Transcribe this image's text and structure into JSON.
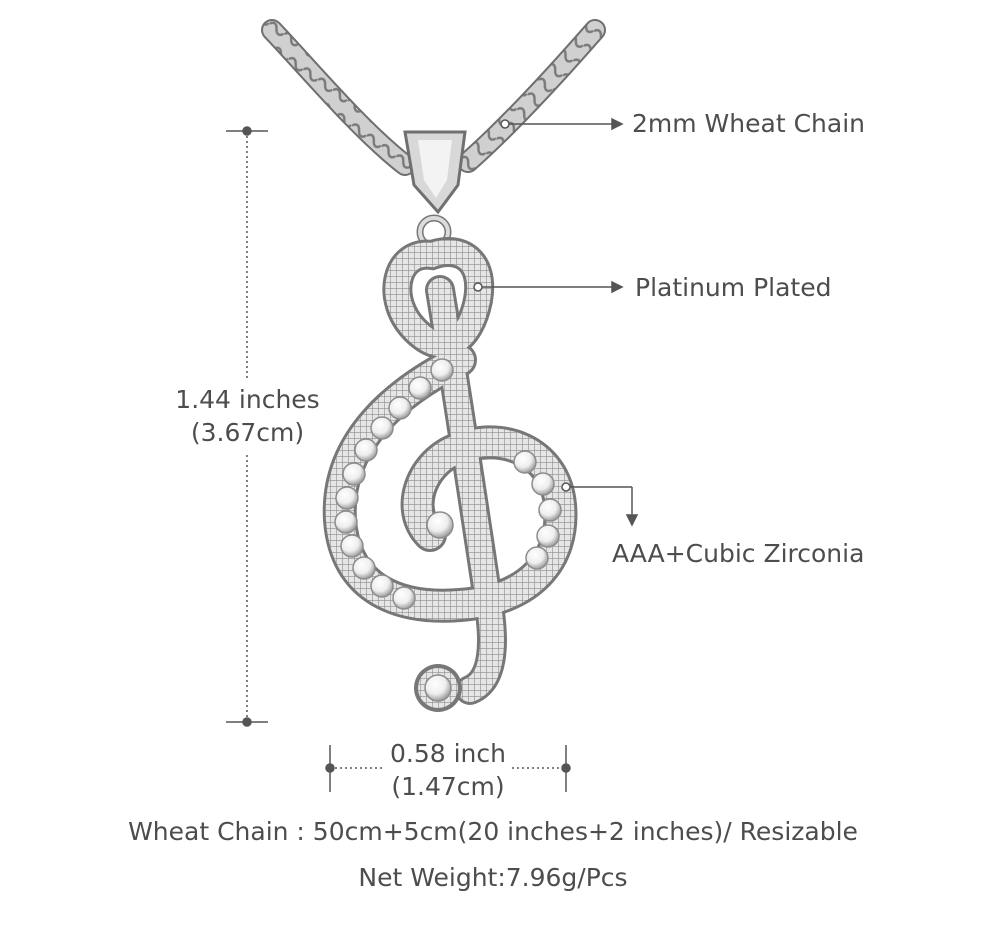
{
  "callouts": {
    "chain": "2mm Wheat Chain",
    "plating": "Platinum Plated",
    "stones": "AAA+Cubic Zirconia"
  },
  "dimensions": {
    "height_in": "1.44 inches",
    "height_cm": "(3.67cm)",
    "width_in": "0.58 inch",
    "width_cm": "(1.47cm)"
  },
  "specs": {
    "chain_length": "Wheat Chain : 50cm+5cm(20 inches+2 inches)/ Resizable",
    "weight": "Net Weight:7.96g/Pcs"
  },
  "colors": {
    "metal": "#c9c9c9",
    "metal_dark": "#8a8a8a",
    "text": "#4d4d4d",
    "guide_line": "#555555"
  }
}
